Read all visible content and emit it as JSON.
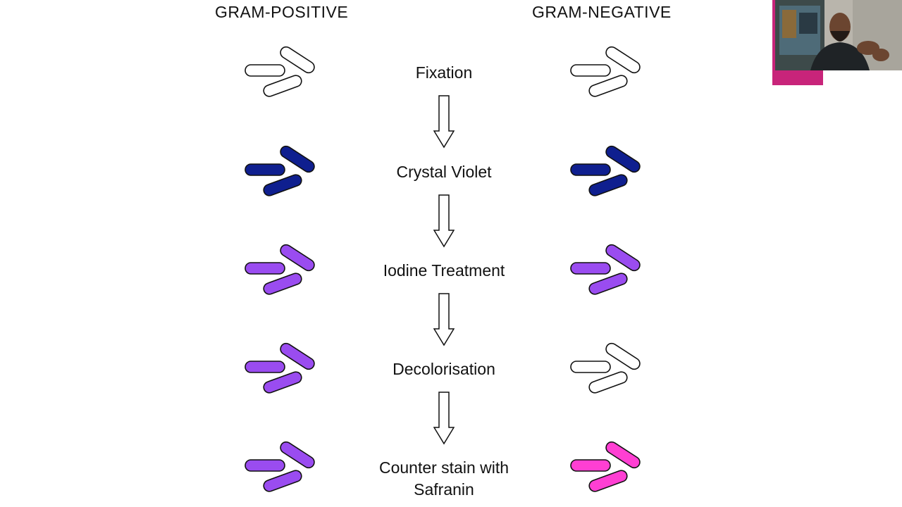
{
  "headers": {
    "gram_positive": "GRAM-POSITIVE",
    "gram_negative": "GRAM-NEGATIVE"
  },
  "steps": [
    {
      "label": "Fixation",
      "positive_color": "#ffffff",
      "negative_color": "#ffffff"
    },
    {
      "label": "Crystal Violet",
      "positive_color": "#0f1f8f",
      "negative_color": "#0f1f8f"
    },
    {
      "label": "Iodine Treatment",
      "positive_color": "#9a4cf0",
      "negative_color": "#9a4cf0"
    },
    {
      "label": "Decolorisation",
      "positive_color": "#9a4cf0",
      "negative_color": "#ffffff"
    },
    {
      "label": "Counter stain with\nSafranin",
      "positive_color": "#9a4cf0",
      "negative_color": "#ff3fd3"
    }
  ],
  "colors": {
    "outline": "#111111",
    "webcam_frame": "#c8247a"
  }
}
